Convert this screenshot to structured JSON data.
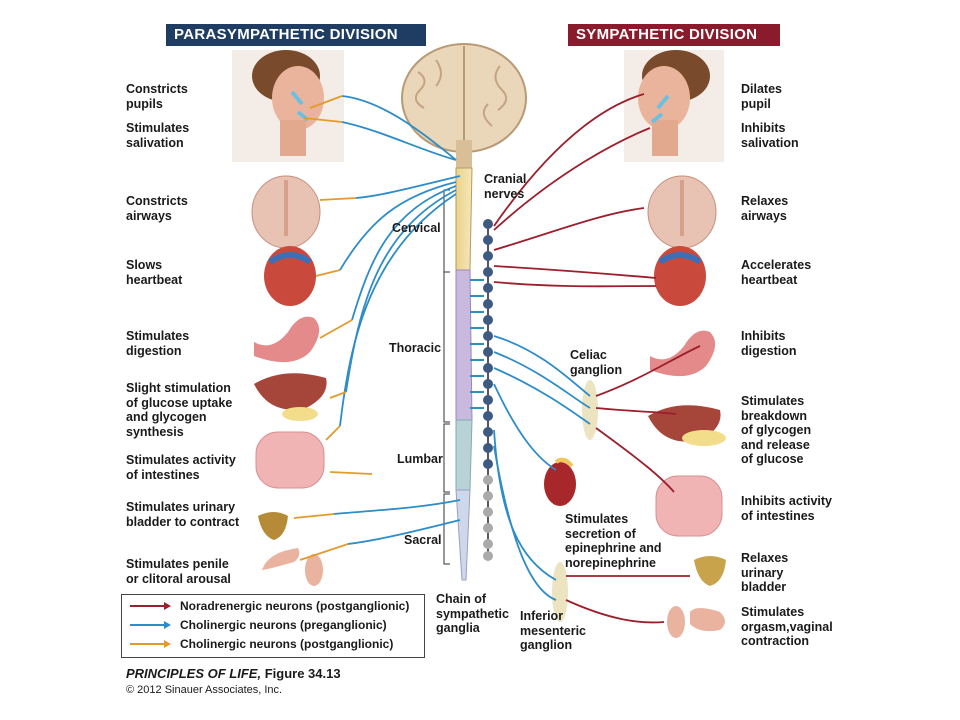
{
  "headers": {
    "parasympathetic": "PARASYMPATHETIC DIVISION",
    "sympathetic": "SYMPATHETIC DIVISION"
  },
  "colors": {
    "para_header": "#1f3d63",
    "symp_header": "#8a1b2d",
    "noradrenergic": "#9b1f2c",
    "cholinergic_pre": "#2e8cc6",
    "cholinergic_post": "#e39a2d"
  },
  "parasympathetic_effects": [
    "Constricts\npupils",
    "Stimulates\nsalivation",
    "Constricts\nairways",
    "Slows\nheartbeat",
    "Stimulates\ndigestion",
    "Slight stimulation\nof glucose uptake\nand glycogen\nsynthesis",
    "Stimulates activity\nof intestines",
    "Stimulates urinary\nbladder to contract",
    "Stimulates penile\nor clitoral arousal"
  ],
  "sympathetic_effects": [
    "Dilates\npupil",
    "Inhibits\nsalivation",
    "Relaxes\nairways",
    "Accelerates\nheartbeat",
    "Inhibits\ndigestion",
    "Stimulates\nbreakdown\nof glycogen\nand release\nof glucose",
    "Inhibits activity\nof intestines",
    "Relaxes\nurinary\nbladder",
    "Stimulates\norgasm,vaginal\ncontraction"
  ],
  "spinal_regions": {
    "cranial": "Cranial\nnerves",
    "cervical": "Cervical",
    "thoracic": "Thoracic",
    "lumbar": "Lumbar",
    "sacral": "Sacral"
  },
  "ganglia_labels": {
    "celiac": "Celiac\nganglion",
    "adrenal": "Stimulates\nsecretion of\nepinephrine and\nnorepinephrine",
    "chain": "Chain of\nsympathetic\nganglia",
    "inferior": "Inferior\nmesenteric\nganglion"
  },
  "legend": [
    {
      "label": "Noradrenergic neurons (postganglionic)",
      "color": "#9b1f2c"
    },
    {
      "label": "Cholinergic neurons (preganglionic)",
      "color": "#2e8cc6"
    },
    {
      "label": "Cholinergic neurons (postganglionic)",
      "color": "#e39a2d"
    }
  ],
  "caption": {
    "title": "PRINCIPLES OF LIFE,",
    "figure": "Figure 34.13",
    "copyright": "© 2012 Sinauer Associates, Inc."
  }
}
